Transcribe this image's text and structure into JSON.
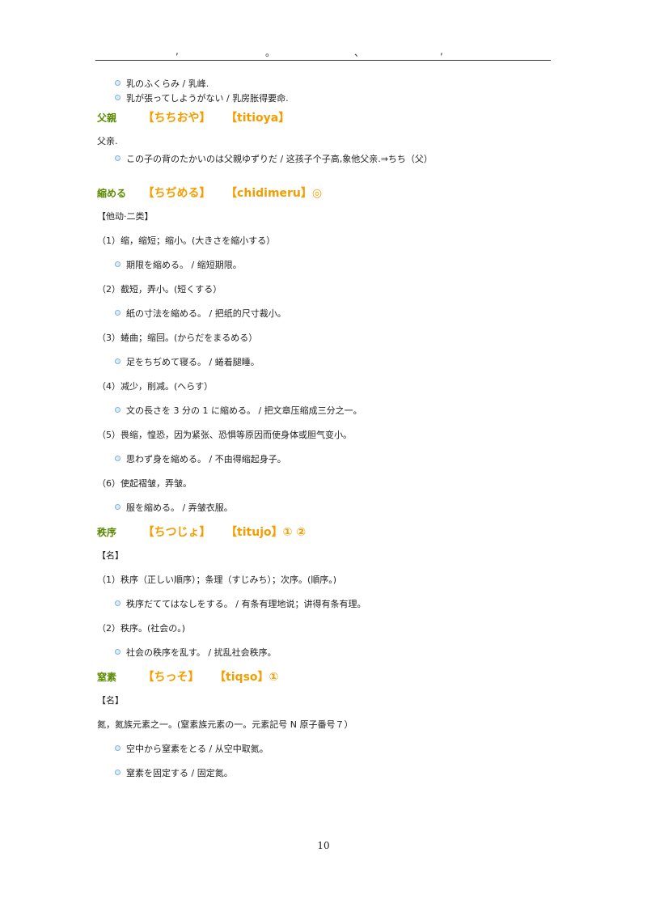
{
  "header": {
    "marks": [
      ",",
      "。",
      "、",
      ","
    ]
  },
  "entries": [
    {
      "examples": [
        "乳のふくらみ / 乳峰.",
        "乳が張ってしようがない / 乳房胀得要命."
      ]
    },
    {
      "word": "父親",
      "kana": "【ちちおや】",
      "romaji": "【titioya】",
      "definition": "父亲.",
      "examples": [
        "この子の背のたかいのは父親ゆずりだ / 这孩子个子高,象他父亲.⇒ちち（父）"
      ]
    },
    {
      "word": "縮める",
      "kana": "【ちぢめる】",
      "romaji": "【chidimeru】◎",
      "pos": "【他动·二类】",
      "senses": [
        {
          "text": "（1）缩，缩短；缩小。(大きさを縮小する）",
          "example": "期限を縮める。 / 缩短期限。"
        },
        {
          "text": "（2）截短，弄小。(短くする）",
          "example": "紙の寸法を縮める。 / 把纸的尺寸裁小。"
        },
        {
          "text": "（3）蜷曲；缩回。(からだをまるめる）",
          "example": "足をちぢめて寝る。 / 蜷着腿睡。"
        },
        {
          "text": "（4）减少，削减。(へらす）",
          "example": "文の長さを 3 分の 1 に縮める。 / 把文章压缩成三分之一。"
        },
        {
          "text": "（5）畏缩，惶恐，因为紧张、恐惧等原因而使身体或胆气变小。",
          "example": "思わず身を縮める。 / 不由得缩起身子。"
        },
        {
          "text": "（6）使起褶皱，弄皱。",
          "example": "服を縮める。 / 弄皱衣服。"
        }
      ]
    },
    {
      "word": "秩序",
      "kana": "【ちつじょ】",
      "romaji": "【titujo】① ②",
      "pos": "【名】",
      "senses": [
        {
          "text": "（1）秩序（正しい順序）；条理（すじみち）；次序。(順序。)",
          "example": "秩序だててはなしをする。 / 有条有理地说；讲得有条有理。"
        },
        {
          "text": "（2）秩序。(社会の。)",
          "example": "社会の秩序を乱す。 / 扰乱社会秩序。"
        }
      ]
    },
    {
      "word": "窒素",
      "kana": "【ちっそ】",
      "romaji": "【tiqso】①",
      "pos": "【名】",
      "definition": "氮，氮族元素之一。(窒素族元素の一。元素記号 N 原子番号７）",
      "examples": [
        "空中から窒素をとる / 从空中取氮。",
        "窒素を固定する / 固定氮。"
      ]
    }
  ],
  "footer": {
    "page_number": "10"
  }
}
